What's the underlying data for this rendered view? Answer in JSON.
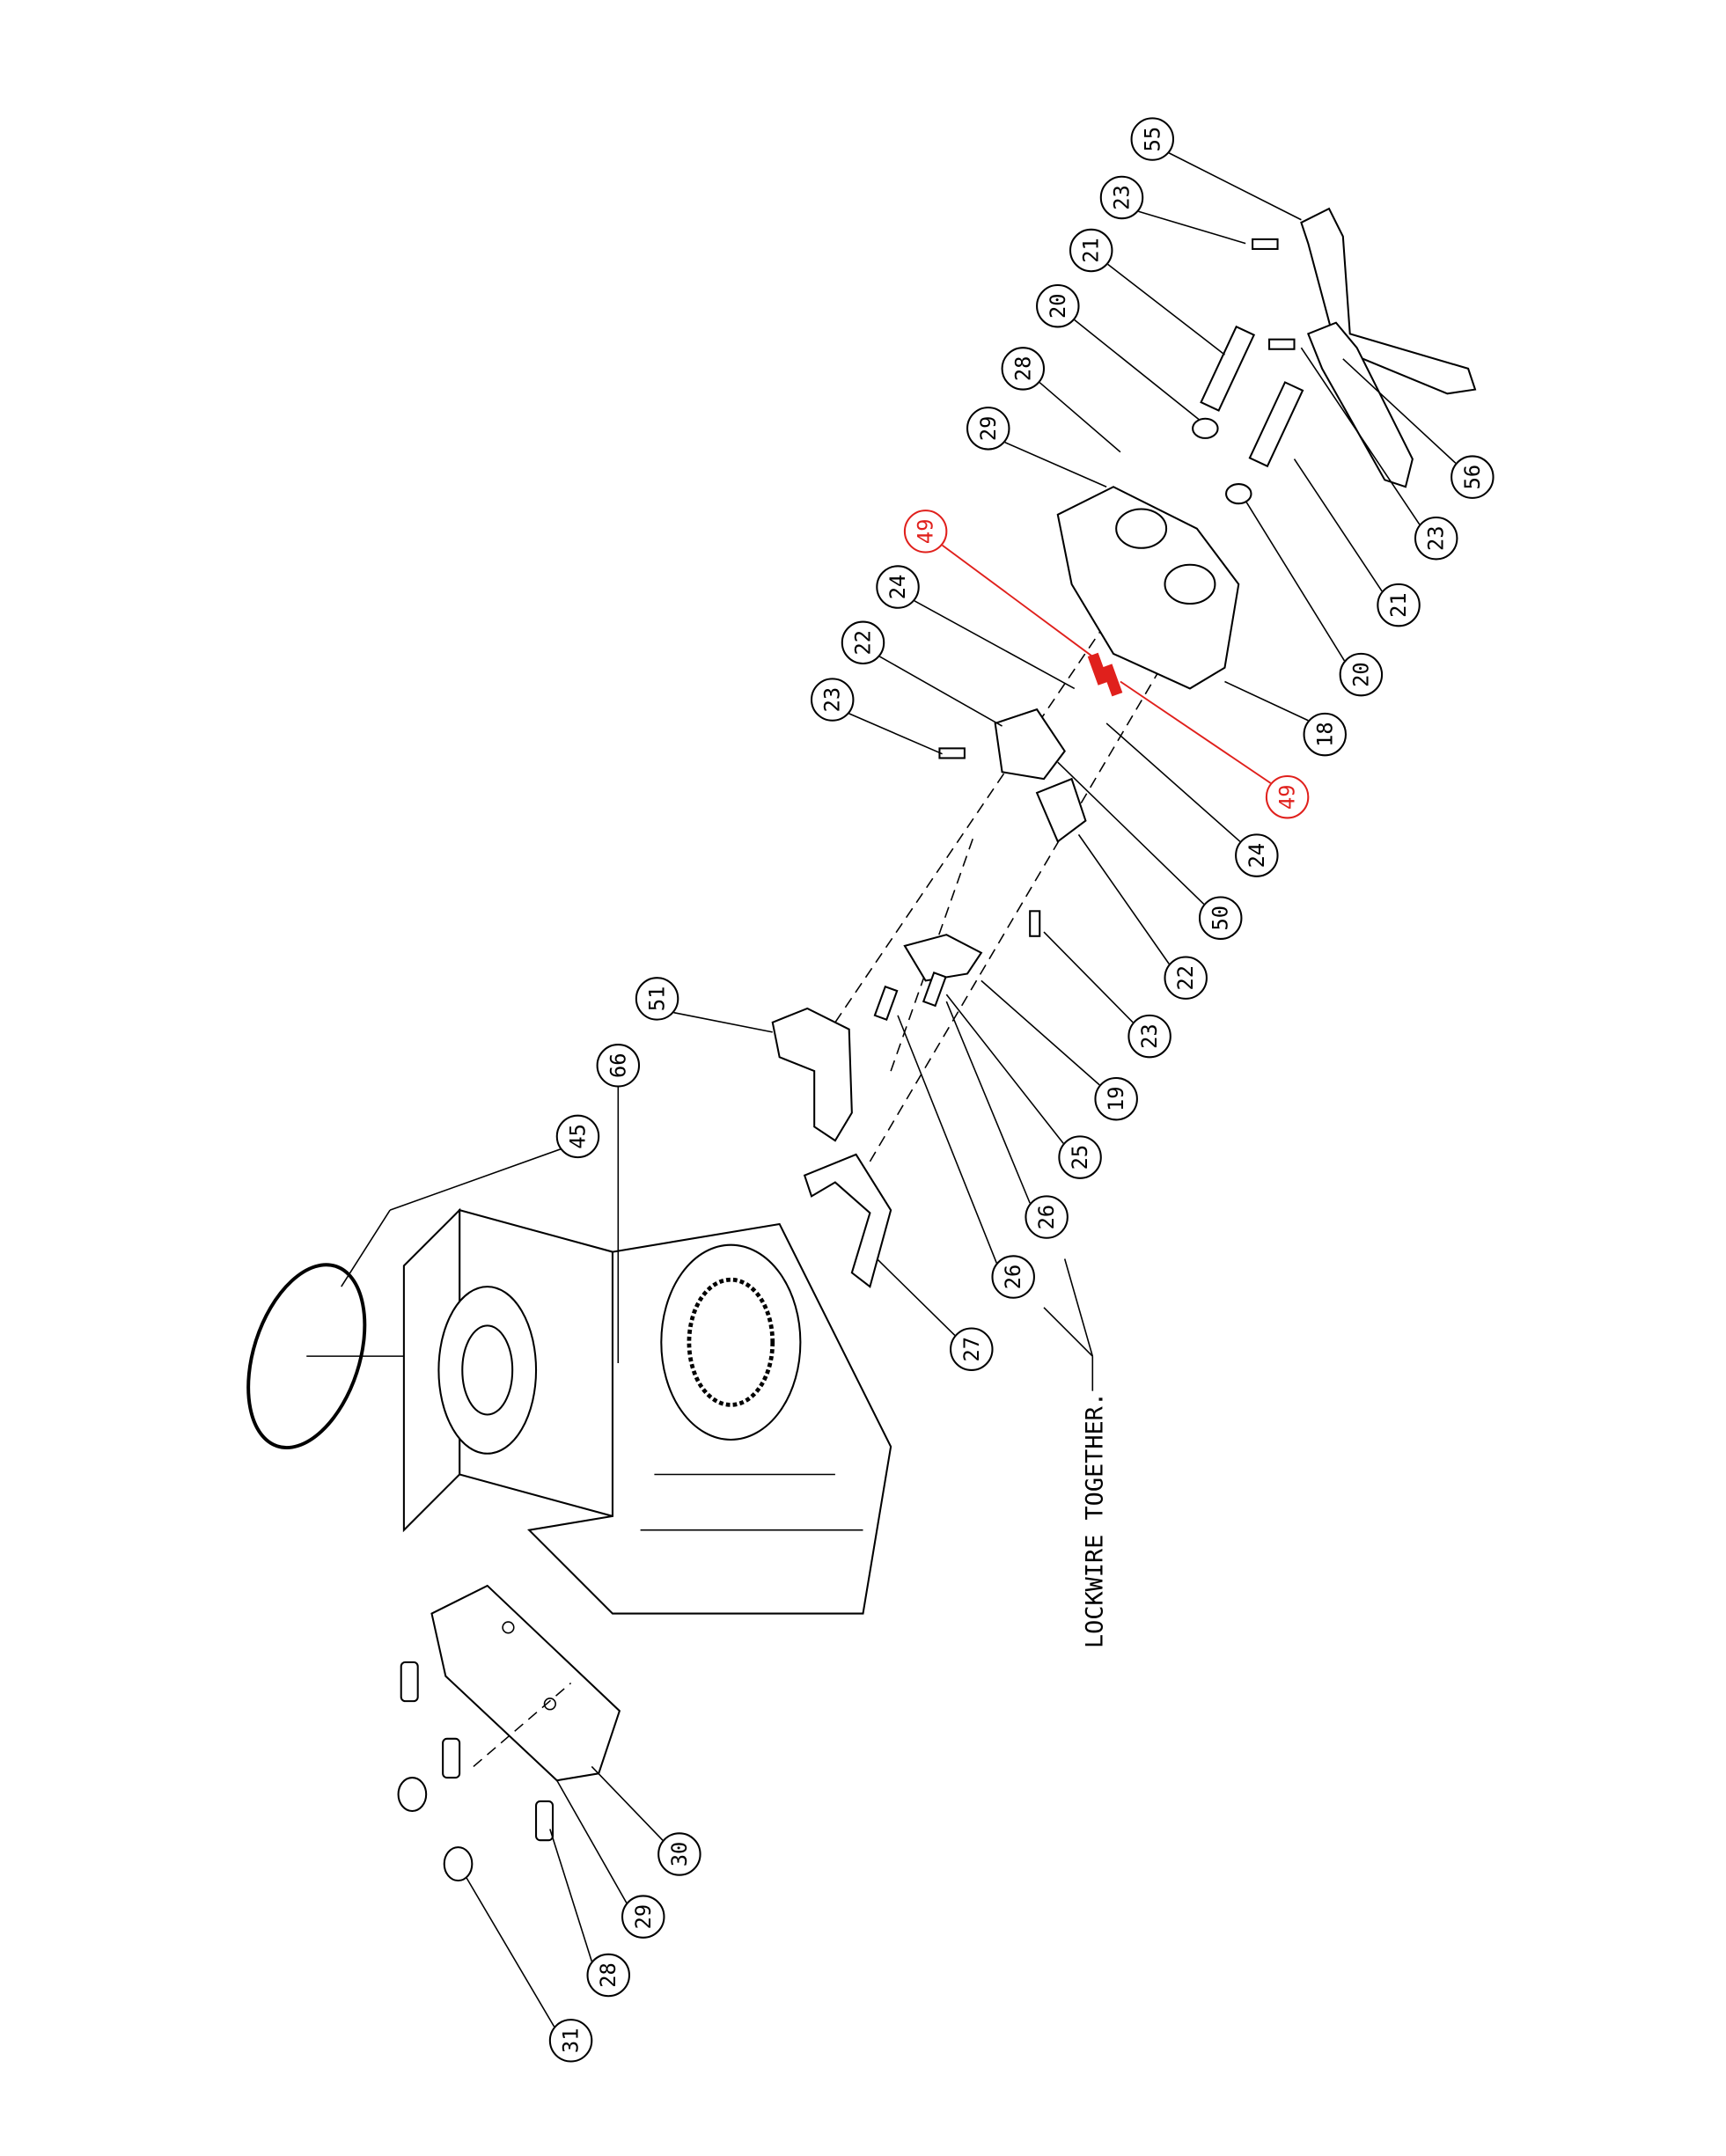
{
  "diagram": {
    "note": "LOCKWIRE TOGETHER.",
    "callouts": [
      {
        "id": "55",
        "color": "#000000"
      },
      {
        "id": "23",
        "color": "#000000"
      },
      {
        "id": "21",
        "color": "#000000"
      },
      {
        "id": "20",
        "color": "#000000"
      },
      {
        "id": "28",
        "color": "#000000"
      },
      {
        "id": "29",
        "color": "#000000"
      },
      {
        "id": "49",
        "color": "#e0201c"
      },
      {
        "id": "24",
        "color": "#000000"
      },
      {
        "id": "22",
        "color": "#000000"
      },
      {
        "id": "23",
        "color": "#000000"
      },
      {
        "id": "56",
        "color": "#000000"
      },
      {
        "id": "23",
        "color": "#000000"
      },
      {
        "id": "21",
        "color": "#000000"
      },
      {
        "id": "20",
        "color": "#000000"
      },
      {
        "id": "18",
        "color": "#000000"
      },
      {
        "id": "49",
        "color": "#e0201c"
      },
      {
        "id": "24",
        "color": "#000000"
      },
      {
        "id": "50",
        "color": "#000000"
      },
      {
        "id": "22",
        "color": "#000000"
      },
      {
        "id": "23",
        "color": "#000000"
      },
      {
        "id": "19",
        "color": "#000000"
      },
      {
        "id": "25",
        "color": "#000000"
      },
      {
        "id": "26",
        "color": "#000000"
      },
      {
        "id": "26",
        "color": "#000000"
      },
      {
        "id": "27",
        "color": "#000000"
      },
      {
        "id": "51",
        "color": "#000000"
      },
      {
        "id": "66",
        "color": "#000000"
      },
      {
        "id": "45",
        "color": "#000000"
      },
      {
        "id": "30",
        "color": "#000000"
      },
      {
        "id": "29",
        "color": "#000000"
      },
      {
        "id": "28",
        "color": "#000000"
      },
      {
        "id": "31",
        "color": "#000000"
      }
    ]
  }
}
